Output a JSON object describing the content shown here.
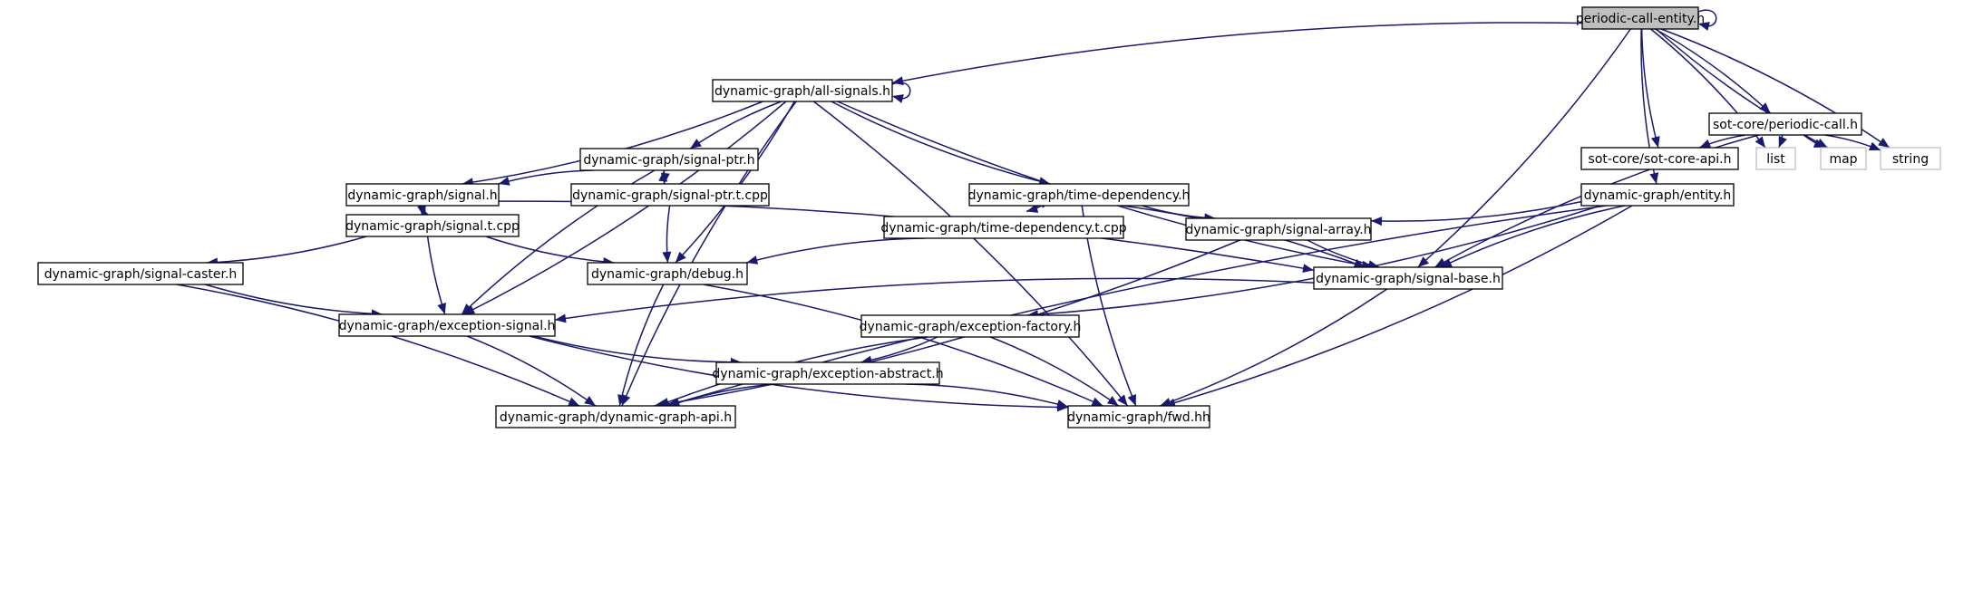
{
  "colors": {
    "edge": "#191970",
    "node_border": "#000000",
    "external_border": "#bfbfbf",
    "current_fill": "#bfbfbf",
    "background": "#ffffff"
  },
  "nodes": [
    {
      "id": "pce",
      "label": "periodic-call-entity.h",
      "kind": "current"
    },
    {
      "id": "allsig",
      "label": "dynamic-graph/all-signals.h",
      "kind": "file"
    },
    {
      "id": "socpc",
      "label": "sot-core/periodic-call.h",
      "kind": "file"
    },
    {
      "id": "sotapi",
      "label": "sot-core/sot-core-api.h",
      "kind": "file"
    },
    {
      "id": "list",
      "label": "list",
      "kind": "external"
    },
    {
      "id": "map",
      "label": "map",
      "kind": "external"
    },
    {
      "id": "string",
      "label": "string",
      "kind": "external"
    },
    {
      "id": "sigptr",
      "label": "dynamic-graph/signal-ptr.h",
      "kind": "file"
    },
    {
      "id": "signal",
      "label": "dynamic-graph/signal.h",
      "kind": "file"
    },
    {
      "id": "sigptrt",
      "label": "dynamic-graph/signal-ptr.t.cpp",
      "kind": "file"
    },
    {
      "id": "timedep",
      "label": "dynamic-graph/time-dependency.h",
      "kind": "file"
    },
    {
      "id": "entity",
      "label": "dynamic-graph/entity.h",
      "kind": "file"
    },
    {
      "id": "signalt",
      "label": "dynamic-graph/signal.t.cpp",
      "kind": "file"
    },
    {
      "id": "timedept",
      "label": "dynamic-graph/time-dependency.t.cpp",
      "kind": "file"
    },
    {
      "id": "sigarr",
      "label": "dynamic-graph/signal-array.h",
      "kind": "file"
    },
    {
      "id": "sigcast",
      "label": "dynamic-graph/signal-caster.h",
      "kind": "file"
    },
    {
      "id": "debug",
      "label": "dynamic-graph/debug.h",
      "kind": "file"
    },
    {
      "id": "sigbase",
      "label": "dynamic-graph/signal-base.h",
      "kind": "file"
    },
    {
      "id": "excsig",
      "label": "dynamic-graph/exception-signal.h",
      "kind": "file"
    },
    {
      "id": "excfac",
      "label": "dynamic-graph/exception-factory.h",
      "kind": "file"
    },
    {
      "id": "excabs",
      "label": "dynamic-graph/exception-abstract.h",
      "kind": "file"
    },
    {
      "id": "dgapi",
      "label": "dynamic-graph/dynamic-graph-api.h",
      "kind": "file"
    },
    {
      "id": "fwd",
      "label": "dynamic-graph/fwd.hh",
      "kind": "file"
    }
  ],
  "edges": [
    {
      "from": "pce",
      "to": "pce"
    },
    {
      "from": "pce",
      "to": "allsig"
    },
    {
      "from": "pce",
      "to": "socpc"
    },
    {
      "from": "pce",
      "to": "sotapi"
    },
    {
      "from": "pce",
      "to": "list"
    },
    {
      "from": "pce",
      "to": "map"
    },
    {
      "from": "pce",
      "to": "string"
    },
    {
      "from": "pce",
      "to": "entity"
    },
    {
      "from": "pce",
      "to": "sigbase"
    },
    {
      "from": "socpc",
      "to": "sotapi"
    },
    {
      "from": "socpc",
      "to": "list"
    },
    {
      "from": "socpc",
      "to": "map"
    },
    {
      "from": "socpc",
      "to": "string"
    },
    {
      "from": "socpc",
      "to": "sigbase"
    },
    {
      "from": "allsig",
      "to": "allsig"
    },
    {
      "from": "allsig",
      "to": "sigptr"
    },
    {
      "from": "allsig",
      "to": "signal"
    },
    {
      "from": "allsig",
      "to": "timedep"
    },
    {
      "from": "allsig",
      "to": "debug"
    },
    {
      "from": "allsig",
      "to": "sigbase"
    },
    {
      "from": "allsig",
      "to": "excsig"
    },
    {
      "from": "allsig",
      "to": "dgapi"
    },
    {
      "from": "allsig",
      "to": "fwd"
    },
    {
      "from": "sigptr",
      "to": "signal"
    },
    {
      "from": "sigptr",
      "to": "sigptrt"
    },
    {
      "from": "sigptr",
      "to": "excsig"
    },
    {
      "from": "sigptrt",
      "to": "sigptr"
    },
    {
      "from": "sigptrt",
      "to": "debug"
    },
    {
      "from": "signal",
      "to": "signalt"
    },
    {
      "from": "signal",
      "to": "excsig"
    },
    {
      "from": "signal",
      "to": "sigbase"
    },
    {
      "from": "signalt",
      "to": "signal"
    },
    {
      "from": "signalt",
      "to": "sigcast"
    },
    {
      "from": "signalt",
      "to": "debug"
    },
    {
      "from": "timedep",
      "to": "timedept"
    },
    {
      "from": "timedep",
      "to": "sigarr"
    },
    {
      "from": "timedep",
      "to": "sigbase"
    },
    {
      "from": "timedep",
      "to": "fwd"
    },
    {
      "from": "timedept",
      "to": "timedep"
    },
    {
      "from": "timedept",
      "to": "debug"
    },
    {
      "from": "entity",
      "to": "sigarr"
    },
    {
      "from": "entity",
      "to": "sigbase"
    },
    {
      "from": "entity",
      "to": "excfac"
    },
    {
      "from": "entity",
      "to": "dgapi"
    },
    {
      "from": "entity",
      "to": "fwd"
    },
    {
      "from": "sigarr",
      "to": "sigbase"
    },
    {
      "from": "sigarr",
      "to": "dgapi"
    },
    {
      "from": "sigcast",
      "to": "excsig"
    },
    {
      "from": "sigcast",
      "to": "dgapi"
    },
    {
      "from": "debug",
      "to": "dgapi"
    },
    {
      "from": "debug",
      "to": "fwd"
    },
    {
      "from": "sigbase",
      "to": "excsig"
    },
    {
      "from": "sigbase",
      "to": "fwd"
    },
    {
      "from": "excsig",
      "to": "excabs"
    },
    {
      "from": "excsig",
      "to": "dgapi"
    },
    {
      "from": "excsig",
      "to": "fwd"
    },
    {
      "from": "excfac",
      "to": "excabs"
    },
    {
      "from": "excfac",
      "to": "dgapi"
    },
    {
      "from": "excfac",
      "to": "fwd"
    },
    {
      "from": "excabs",
      "to": "dgapi"
    },
    {
      "from": "excabs",
      "to": "fwd"
    }
  ]
}
